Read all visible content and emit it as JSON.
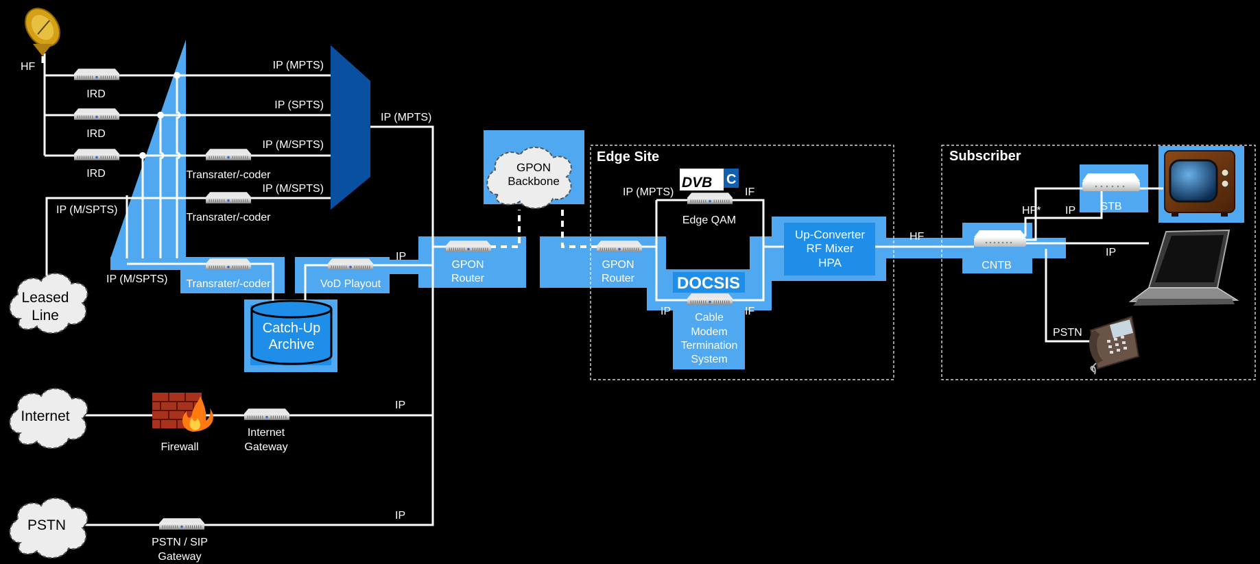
{
  "labels": {
    "hf_top": "HF",
    "ird": "IRD",
    "ip_mpts_1": "IP (MPTS)",
    "ip_spts": "IP (SPTS)",
    "ip_mspts_1": "IP (M/SPTS)",
    "ip_mspts_2": "IP (M/SPTS)",
    "ip_mspts_leased": "IP (M/SPTS)",
    "ip_mspts_bottom": "IP (M/SPTS)",
    "transrater": "Transrater/-coder",
    "ip_mpts_mux": "IP (MPTS)",
    "leased_1": "Leased",
    "leased_2": "Line",
    "catchup_1": "Catch-Up",
    "catchup_2": "Archive",
    "vod": "VoD Playout",
    "ip_vod": "IP",
    "gpon_router_1": "GPON",
    "gpon_router_2": "Router",
    "gpon_backbone_1": "GPON",
    "gpon_backbone_2": "Backbone",
    "internet": "Internet",
    "firewall": "Firewall",
    "internet_gw_1": "Internet",
    "internet_gw_2": "Gateway",
    "ip_internet": "IP",
    "pstn": "PSTN",
    "pstn_gw_1": "PSTN / SIP",
    "pstn_gw_2": "Gateway",
    "ip_pstn": "IP"
  },
  "edge_site": {
    "title": "Edge Site",
    "ip_mpts": "IP (MPTS)",
    "if_1": "IF",
    "edge_qam": "Edge QAM",
    "dvb_logo": "DVB",
    "dvb_logo_c": "C",
    "docsis": "DOCSIS",
    "ip": "IP",
    "if_2": "IF",
    "cmts_1": "Cable",
    "cmts_2": "Modem",
    "cmts_3": "Termination",
    "cmts_4": "System",
    "upconv_1": "Up-Converter",
    "upconv_2": "RF Mixer",
    "upconv_3": "HPA",
    "hf": "HF"
  },
  "subscriber": {
    "title": "Subscriber",
    "cntb": "CNTB",
    "stb": "STB",
    "hf_star": "HF*",
    "ip_stb": "IP",
    "ip_laptop": "IP",
    "pstn": "PSTN"
  },
  "colors": {
    "panel_blue": "#4fa8f0",
    "box_blue": "#1e8ee8",
    "mux_blue": "#0a50a0",
    "wire": "#ffffff"
  }
}
